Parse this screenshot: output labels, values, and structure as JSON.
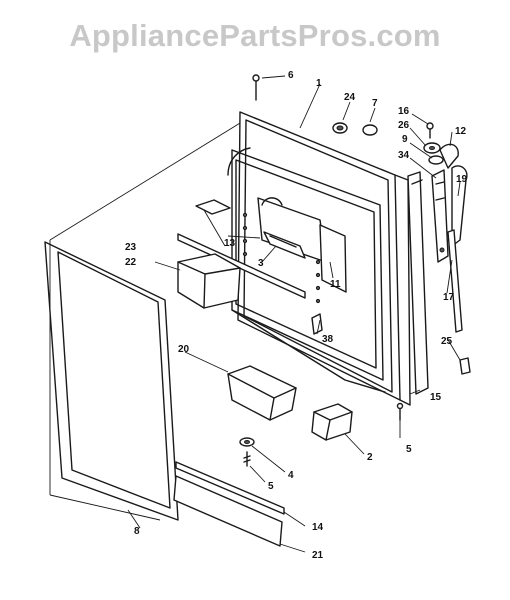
{
  "watermark": "AppliancePartsPros.com",
  "callouts": {
    "c1": "1",
    "c2": "2",
    "c3": "3",
    "c4": "4",
    "c5a": "5",
    "c5b": "5",
    "c6": "6",
    "c7": "7",
    "c8": "8",
    "c9": "9",
    "c11": "11",
    "c12": "12",
    "c13": "13",
    "c14": "14",
    "c15": "15",
    "c16": "16",
    "c17": "17",
    "c19": "19",
    "c20": "20",
    "c21": "21",
    "c22": "22",
    "c23": "23",
    "c24": "24",
    "c25": "25",
    "c26": "26",
    "c34": "34",
    "c38": "38"
  }
}
